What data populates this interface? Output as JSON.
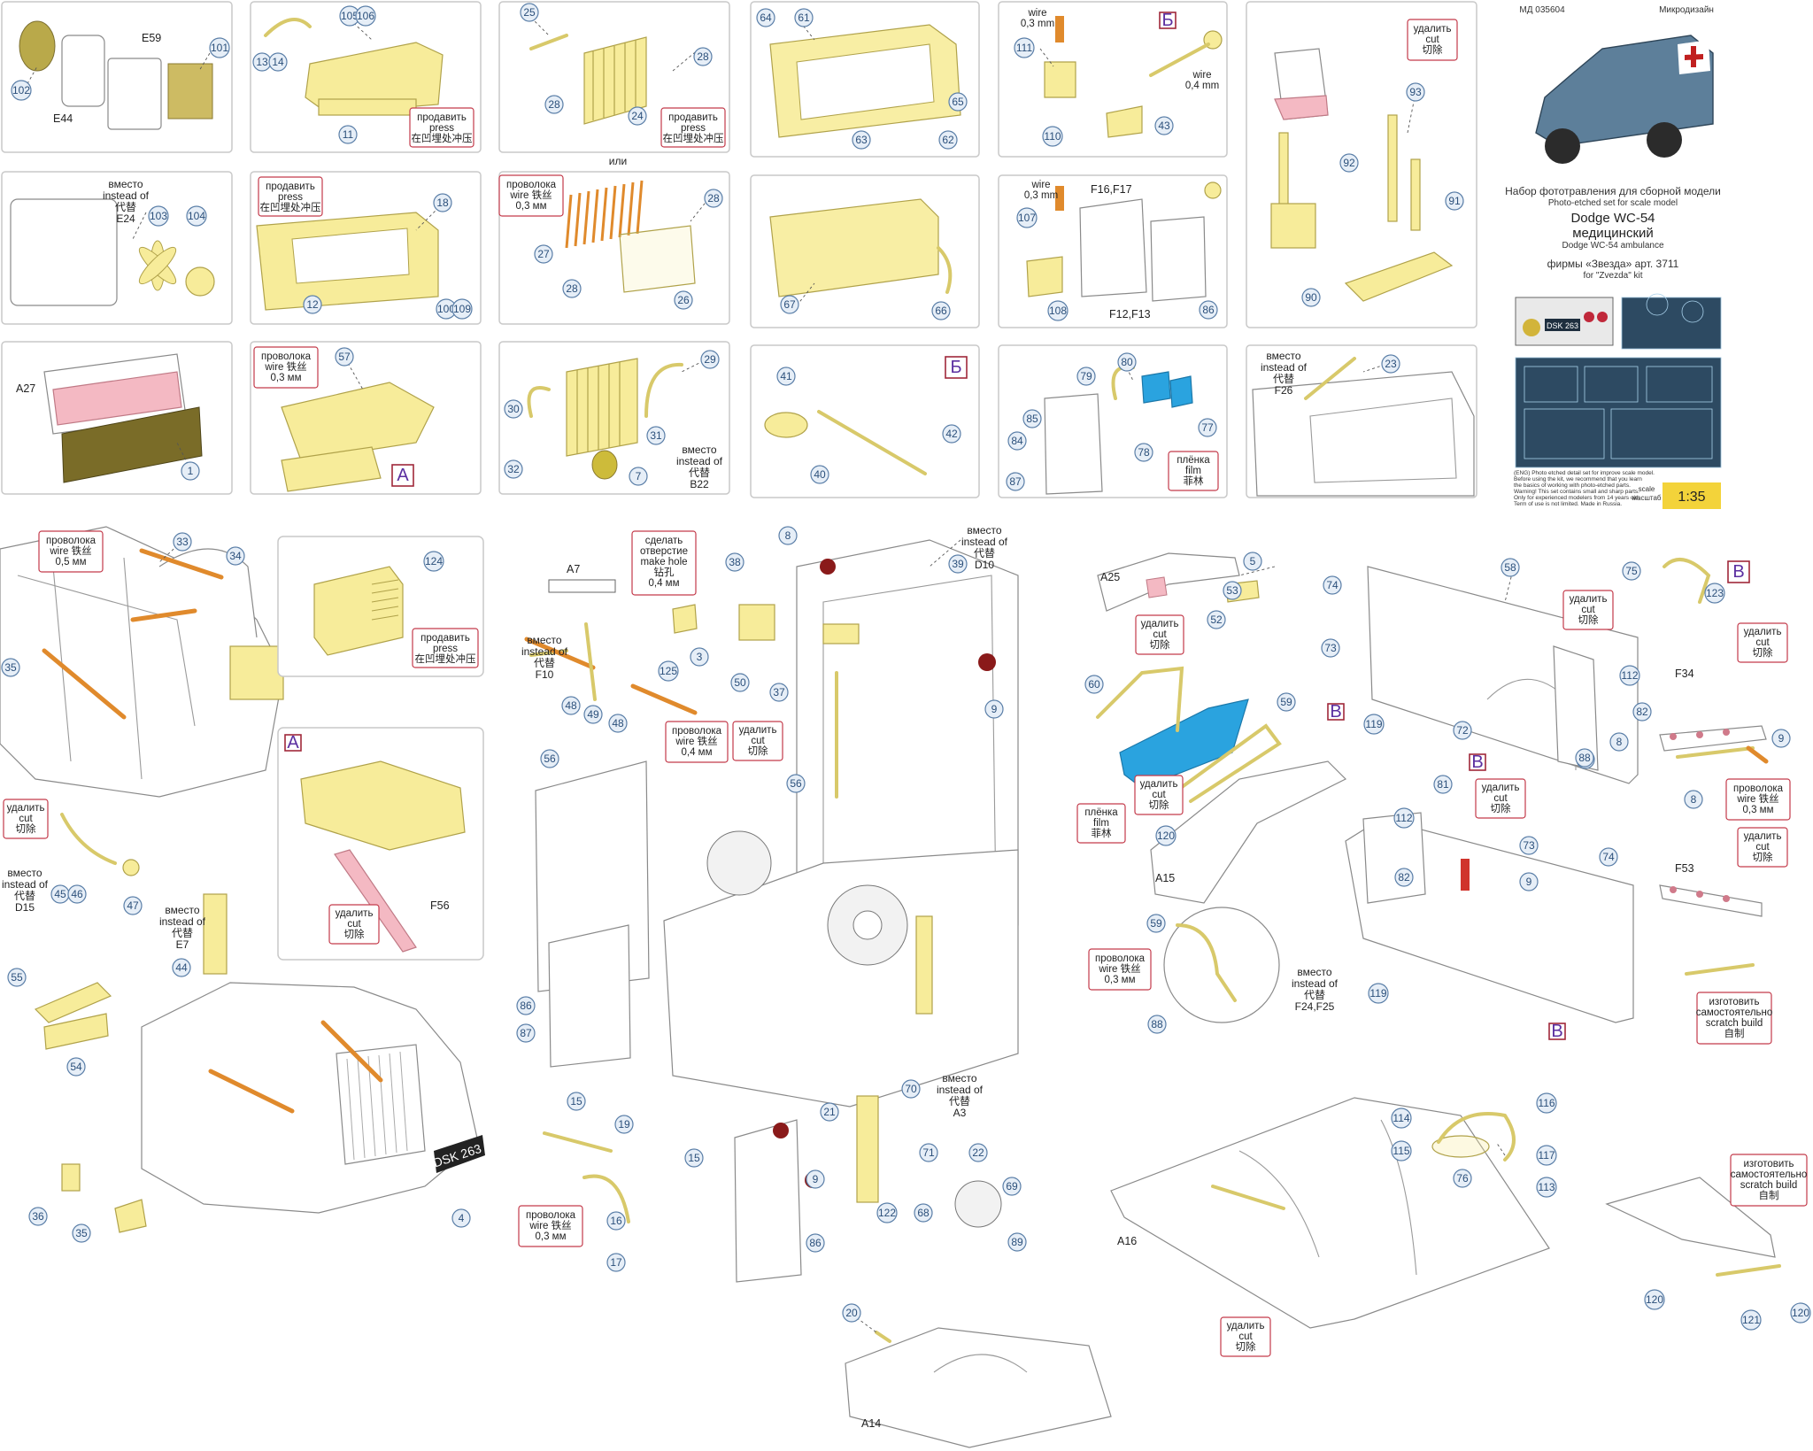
{
  "header": {
    "article": "МД 035604",
    "brand": "Микродизайн",
    "set_ru": "Набор фототравления для сборной модели",
    "set_en": "Photo-etched set for scale model",
    "model_ru_line1": "Dodge WC-54",
    "model_ru_line2": "медицинский",
    "model_en": "Dodge WC-54 ambulance",
    "kit_ru": "фирмы «Звезда» арт. 3711",
    "kit_en": "for \"Zvezda\" kit",
    "fret_label": "DSK 263",
    "scale_label_en": "scale",
    "scale_label_ru": "масштаб",
    "scale": "1:35",
    "warning_1": "(ENG) Photo etched detail set for improve scale model.",
    "warning_2": "Before using the kit, we recommend that you learn",
    "warning_3": "the basics of working with photo-etched parts.",
    "warning_4": "Warning! This set contains small and sharp parts.",
    "warning_5": "Only for experienced modelers from 14 years old.",
    "warning_6": "Term of use is not limited. Made in Russia."
  },
  "notes": {
    "press": [
      "продавить",
      "press",
      "在凹埋处冲压"
    ],
    "cut": [
      "удалить",
      "cut",
      "切除"
    ],
    "film": [
      "плёнка",
      "film",
      "菲林"
    ],
    "instead": [
      "вместо",
      "instead of",
      "代替"
    ],
    "wire_03": [
      "проволока",
      "wire  铁丝",
      "0,3 мм"
    ],
    "wire_05": [
      "проволока",
      "wire  铁丝",
      "0,5 мм"
    ],
    "wire_04": [
      "проволока",
      "wire  铁丝",
      "0,4 мм"
    ],
    "hole": [
      "сделать",
      "отверстие",
      "make hole",
      "钻孔",
      "0,4 мм"
    ],
    "scratch": [
      "изготовить",
      "самостоятельно",
      "scratch build",
      "自制"
    ],
    "wire_small": [
      "wire",
      "0,3 mm"
    ],
    "wire_small_04": [
      "wire",
      "0,4 mm"
    ],
    "or": "или",
    "letters": [
      "А",
      "Б",
      "В"
    ]
  },
  "kit_parts": {
    "E59": "E59",
    "E44": "E44",
    "E24": "E24",
    "A27": "A27",
    "F26": "F26",
    "B22": "B22",
    "F16F17": "F16,F17",
    "F12F13": "F12,F13",
    "D15": "D15",
    "E7": "E7",
    "F56": "F56",
    "A7": "A7",
    "F10": "F10",
    "D10": "D10",
    "A3": "A3",
    "A25": "A25",
    "A15": "A15",
    "F34": "F34",
    "F53": "F53",
    "F24F25": "F24,F25",
    "A16": "A16",
    "A14": "A14",
    "plate": "DSK 263"
  },
  "callouts": [
    "102",
    "101",
    "105",
    "106",
    "13",
    "14",
    "11",
    "25",
    "28",
    "28",
    "24",
    "64",
    "61",
    "65",
    "63",
    "62",
    "111",
    "110",
    "43",
    "93",
    "92",
    "91",
    "90",
    "103",
    "104",
    "18",
    "12",
    "100",
    "109",
    "27",
    "28",
    "26",
    "28",
    "67",
    "66",
    "107",
    "108",
    "86",
    "1",
    "57",
    "30",
    "29",
    "31",
    "32",
    "7",
    "41",
    "42",
    "40",
    "79",
    "80",
    "77",
    "85",
    "84",
    "87",
    "78",
    "23",
    "33",
    "34",
    "124",
    "35",
    "45",
    "46",
    "47",
    "44",
    "55",
    "54",
    "36",
    "35",
    "4",
    "38",
    "8",
    "39",
    "3",
    "125",
    "48",
    "49",
    "48",
    "50",
    "37",
    "9",
    "56",
    "56",
    "86",
    "87",
    "15",
    "19",
    "15",
    "16",
    "17",
    "21",
    "70",
    "71",
    "22",
    "68",
    "69",
    "89",
    "122",
    "9",
    "86",
    "5",
    "52",
    "53",
    "60",
    "59",
    "120",
    "74",
    "73",
    "58",
    "75",
    "123",
    "112",
    "82",
    "119",
    "72",
    "88",
    "9",
    "8",
    "81",
    "73",
    "74",
    "112",
    "82",
    "88",
    "59",
    "88",
    "119",
    "9",
    "8",
    "116",
    "114",
    "115",
    "76",
    "117",
    "113",
    "120",
    "121",
    "120",
    "20"
  ]
}
